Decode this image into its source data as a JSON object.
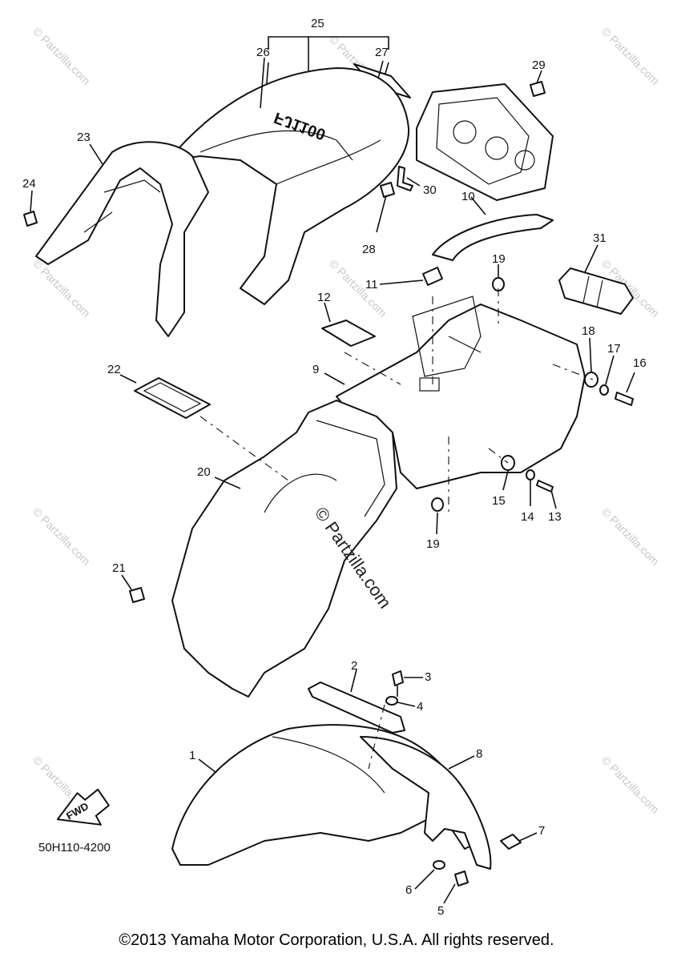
{
  "diagram": {
    "part_code": "50H110-4200",
    "fwd_label": "FWD",
    "seat_emblem": "FJ1100",
    "watermark": "© Partzilla.com",
    "center_watermark": "© Partzilla.com",
    "callouts": [
      "1",
      "2",
      "3",
      "4",
      "5",
      "6",
      "7",
      "8",
      "9",
      "10",
      "11",
      "12",
      "13",
      "14",
      "15",
      "16",
      "17",
      "18",
      "19",
      "19",
      "20",
      "21",
      "22",
      "23",
      "24",
      "25",
      "26",
      "27",
      "28",
      "29",
      "30",
      "31"
    ]
  },
  "footer": {
    "copyright": "©2013  Yamaha Motor Corporation, U.S.A. All rights reserved."
  }
}
